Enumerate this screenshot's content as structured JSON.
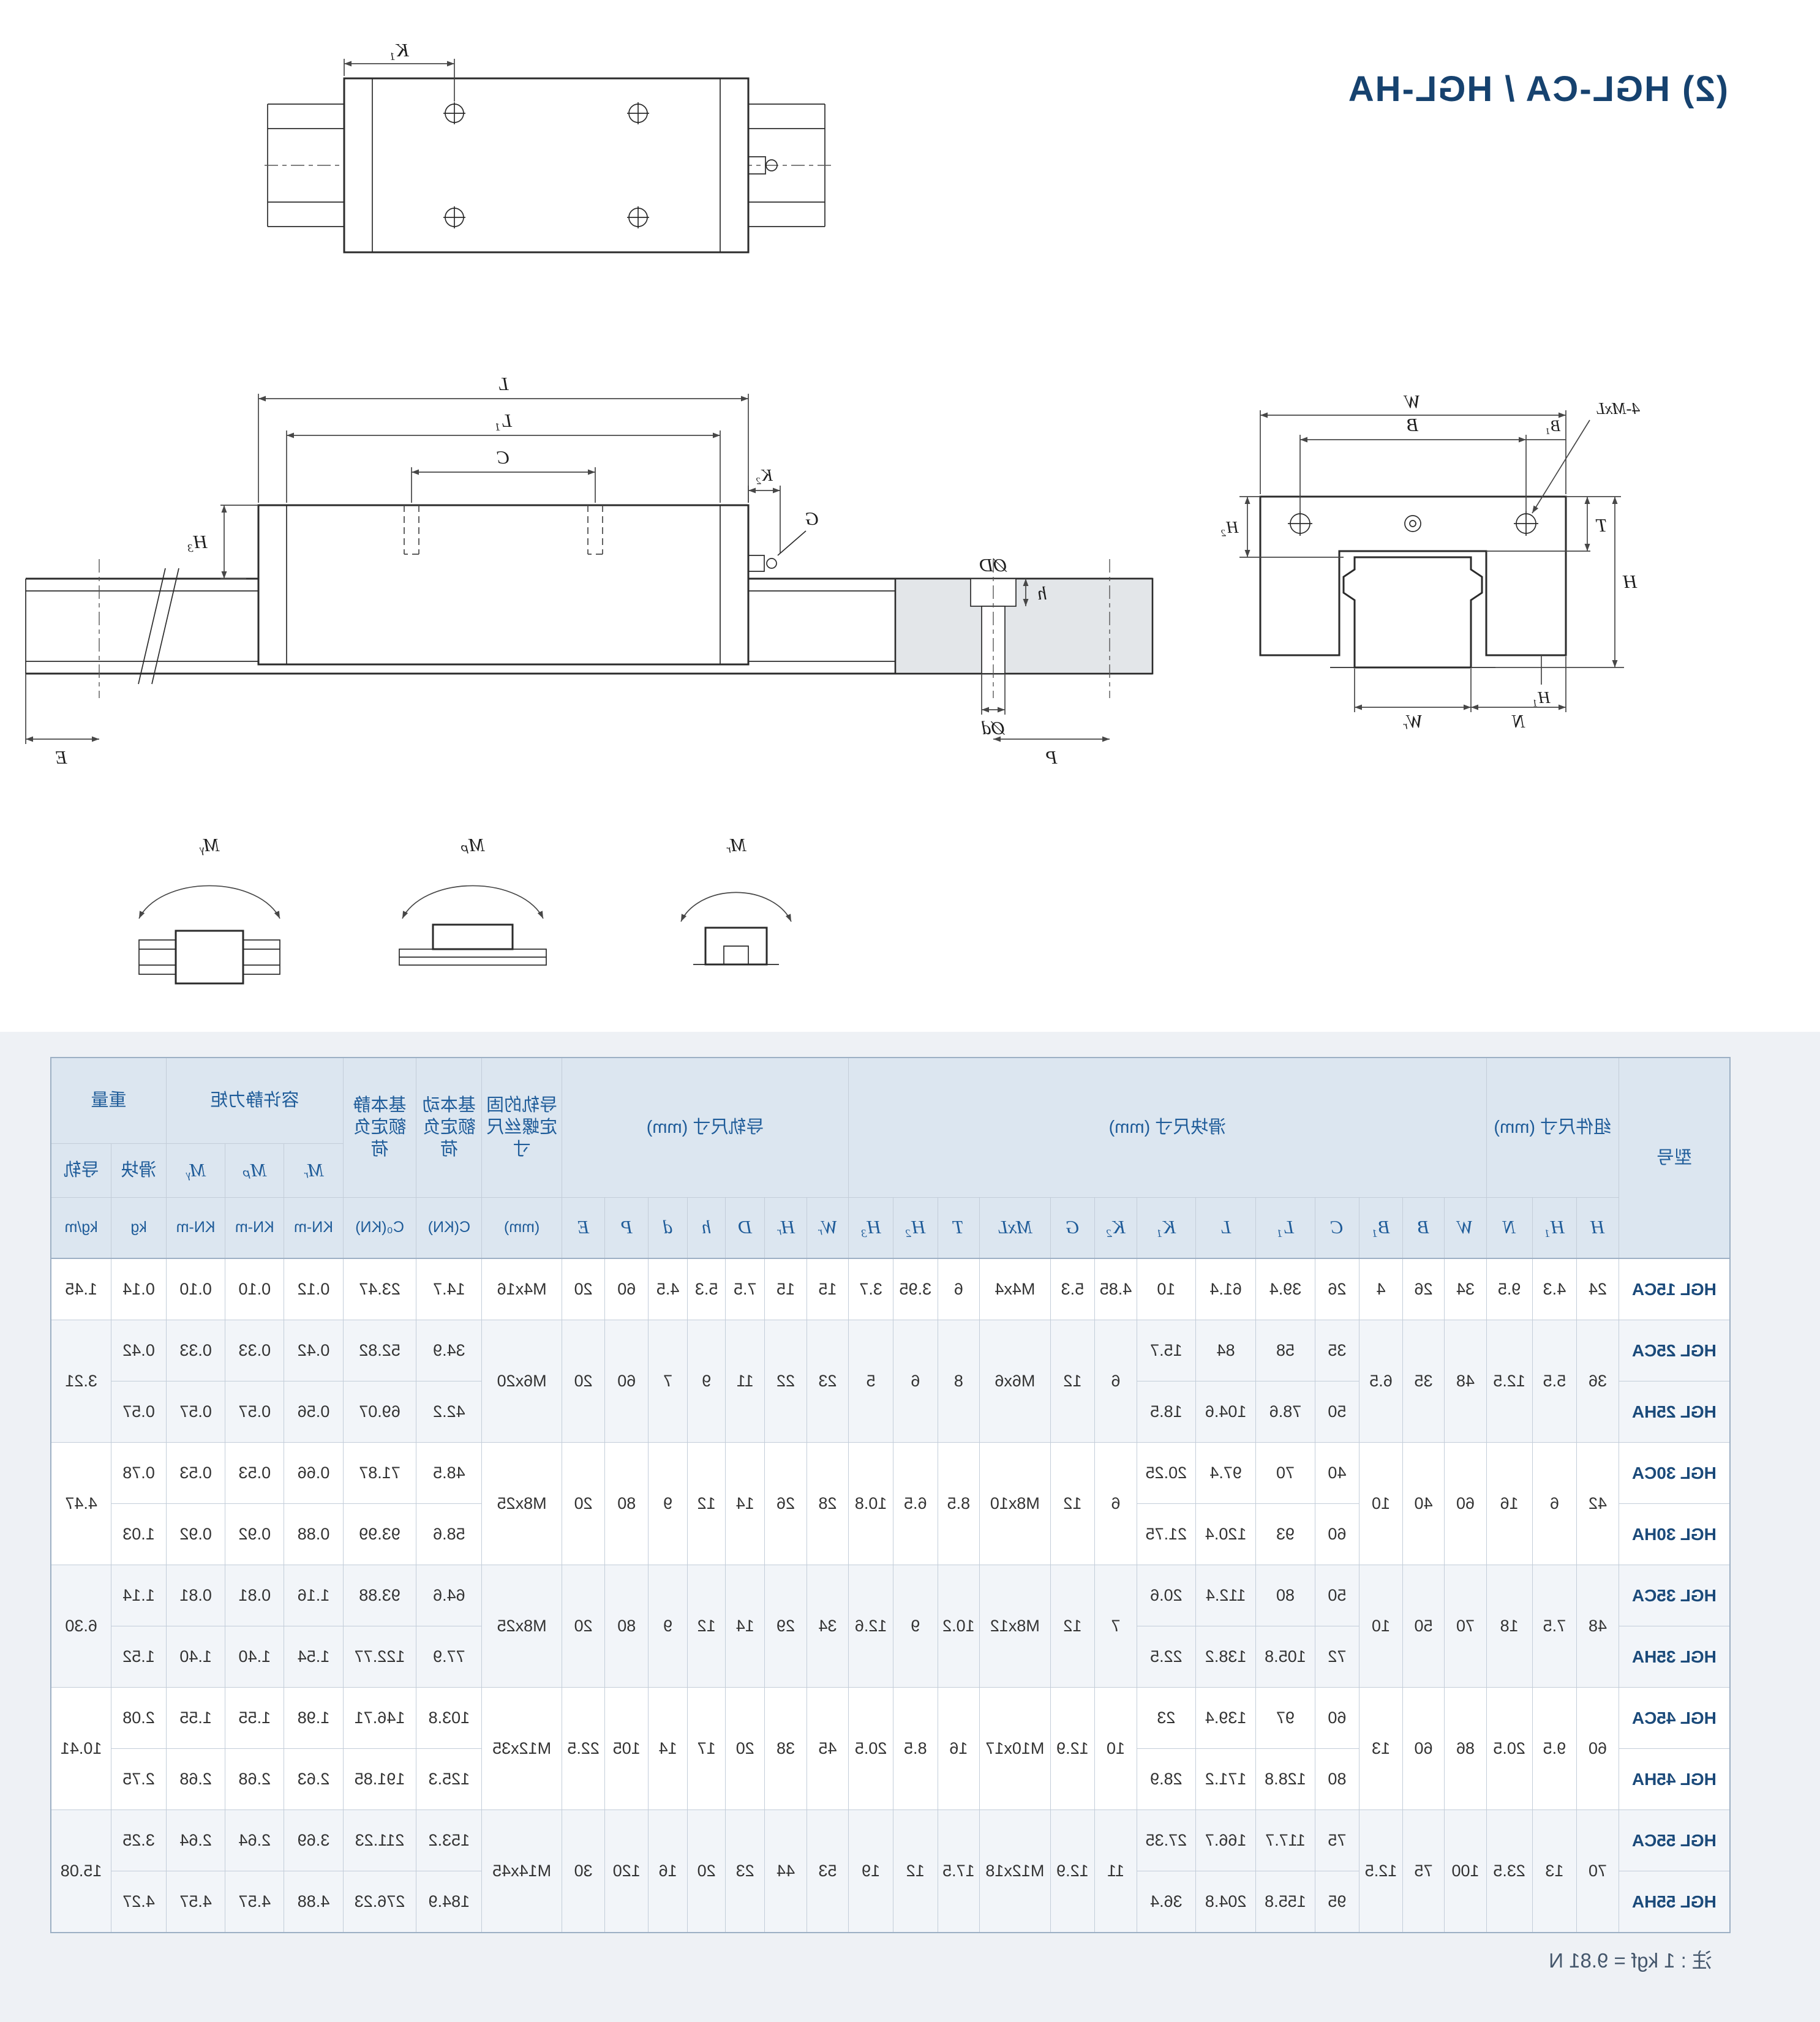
{
  "title": "(2) HGL-CA / HGL-HA",
  "note": "注 : 1 kgf = 9.81 N",
  "labels": {
    "K1": "K₁",
    "L": "L",
    "L1": "L₁",
    "C": "C",
    "K2": "K₂",
    "G": "G",
    "H3": "H₃",
    "OD": "ØD",
    "h": "h",
    "Od": "Ød",
    "P": "P",
    "E": "E",
    "W": "W",
    "B": "B",
    "B1": "B₁",
    "bolt_callout": "4-MxL",
    "T": "T",
    "H": "H",
    "H1": "H₁",
    "H2": "H₂",
    "N": "N",
    "WR": "Wᵣ",
    "My": "Mᵧ",
    "Mp": "Mₚ",
    "MR": "Mᵣ"
  },
  "table": {
    "model_header": "型号",
    "groups": {
      "assembly": "组件尺寸 (mm)",
      "block": "滑块尺寸 (mm)",
      "rail": "导轨尺寸 (mm)",
      "screw": "导轨的固定螺丝尺寸",
      "dynamic": "基本动额定负荷",
      "static": "基本静额定负荷",
      "moment": "容许静力矩",
      "weight": "重量"
    },
    "moment_subs": [
      "Mᵣ",
      "Mₚ",
      "Mᵧ"
    ],
    "weight_subs": [
      "滑块",
      "导轨"
    ],
    "letters": [
      "H",
      "H₁",
      "N",
      "W",
      "B",
      "B₁",
      "C",
      "L₁",
      "L",
      "K₁",
      "K₂",
      "G",
      "MxL",
      "T",
      "H₂",
      "H₃",
      "Wᵣ",
      "Hᵣ",
      "D",
      "h",
      "d",
      "P",
      "E"
    ],
    "units": {
      "screw": "(mm)",
      "dynamic": "C(KN)",
      "static": "C₀(KN)",
      "moment": "KN-m",
      "block_kg": "kg",
      "rail_kgm": "kg/m"
    },
    "rows": [
      {
        "band": false,
        "cells": [
          "HGL 15CA",
          "24",
          "4.3",
          "9.5",
          "34",
          "26",
          "4",
          "26",
          "39.4",
          "61.4",
          "10",
          "4.85",
          "5.3",
          "M4x4",
          "6",
          "3.95",
          "3.7",
          "15",
          "15",
          "7.5",
          "5.3",
          "4.5",
          "60",
          "20",
          "M4x16",
          "14.7",
          "23.47",
          "0.12",
          "0.10",
          "0.10",
          "0.14",
          "1.45"
        ]
      },
      {
        "band": true,
        "cells": [
          "HGL 25CA",
          [
            "36",
            2
          ],
          [
            "5.5",
            2
          ],
          [
            "12.5",
            2
          ],
          [
            "48",
            2
          ],
          [
            "35",
            2
          ],
          [
            "6.5",
            2
          ],
          "35",
          "58",
          "84",
          "15.7",
          [
            "6",
            2
          ],
          [
            "12",
            2
          ],
          [
            "M6x6",
            2
          ],
          [
            "8",
            2
          ],
          [
            "6",
            2
          ],
          [
            "5",
            2
          ],
          [
            "23",
            2
          ],
          [
            "22",
            2
          ],
          [
            "11",
            2
          ],
          [
            "9",
            2
          ],
          [
            "7",
            2
          ],
          [
            "60",
            2
          ],
          [
            "20",
            2
          ],
          [
            "M6x20",
            2
          ],
          "34.9",
          "52.82",
          "0.42",
          "0.33",
          "0.33",
          "0.42",
          [
            "3.21",
            2
          ]
        ]
      },
      {
        "band": true,
        "cells": [
          "HGL 25HA",
          "50",
          "78.6",
          "104.6",
          "18.5",
          "42.2",
          "69.07",
          "0.56",
          "0.57",
          "0.57",
          "0.57"
        ]
      },
      {
        "band": false,
        "cells": [
          "HGL 30CA",
          [
            "42",
            2
          ],
          [
            "6",
            2
          ],
          [
            "16",
            2
          ],
          [
            "60",
            2
          ],
          [
            "40",
            2
          ],
          [
            "10",
            2
          ],
          "40",
          "70",
          "97.4",
          "20.25",
          [
            "6",
            2
          ],
          [
            "12",
            2
          ],
          [
            "M8x10",
            2
          ],
          [
            "8.5",
            2
          ],
          [
            "6.5",
            2
          ],
          [
            "10.8",
            2
          ],
          [
            "28",
            2
          ],
          [
            "26",
            2
          ],
          [
            "14",
            2
          ],
          [
            "12",
            2
          ],
          [
            "9",
            2
          ],
          [
            "80",
            2
          ],
          [
            "20",
            2
          ],
          [
            "M8x25",
            2
          ],
          "48.5",
          "71.87",
          "0.66",
          "0.53",
          "0.53",
          "0.78",
          [
            "4.47",
            2
          ]
        ]
      },
      {
        "band": false,
        "cells": [
          "HGL 30HA",
          "60",
          "93",
          "120.4",
          "21.75",
          "58.6",
          "93.99",
          "0.88",
          "0.92",
          "0.92",
          "1.03"
        ]
      },
      {
        "band": true,
        "cells": [
          "HGL 35CA",
          [
            "48",
            2
          ],
          [
            "7.5",
            2
          ],
          [
            "18",
            2
          ],
          [
            "70",
            2
          ],
          [
            "50",
            2
          ],
          [
            "10",
            2
          ],
          "50",
          "80",
          "112.4",
          "20.6",
          [
            "7",
            2
          ],
          [
            "12",
            2
          ],
          [
            "M8x12",
            2
          ],
          [
            "10.2",
            2
          ],
          [
            "9",
            2
          ],
          [
            "12.6",
            2
          ],
          [
            "34",
            2
          ],
          [
            "29",
            2
          ],
          [
            "14",
            2
          ],
          [
            "12",
            2
          ],
          [
            "9",
            2
          ],
          [
            "80",
            2
          ],
          [
            "20",
            2
          ],
          [
            "M8x25",
            2
          ],
          "64.6",
          "93.88",
          "1.16",
          "0.81",
          "0.81",
          "1.14",
          [
            "6.30",
            2
          ]
        ]
      },
      {
        "band": true,
        "cells": [
          "HGL 35HA",
          "72",
          "105.8",
          "138.2",
          "22.5",
          "77.9",
          "122.77",
          "1.54",
          "1.40",
          "1.40",
          "1.52"
        ]
      },
      {
        "band": false,
        "cells": [
          "HGL 45CA",
          [
            "60",
            2
          ],
          [
            "9.5",
            2
          ],
          [
            "20.5",
            2
          ],
          [
            "86",
            2
          ],
          [
            "60",
            2
          ],
          [
            "13",
            2
          ],
          "60",
          "97",
          "139.4",
          "23",
          [
            "10",
            2
          ],
          [
            "12.9",
            2
          ],
          [
            "M10x17",
            2
          ],
          [
            "16",
            2
          ],
          [
            "8.5",
            2
          ],
          [
            "20.5",
            2
          ],
          [
            "45",
            2
          ],
          [
            "38",
            2
          ],
          [
            "20",
            2
          ],
          [
            "17",
            2
          ],
          [
            "14",
            2
          ],
          [
            "105",
            2
          ],
          [
            "22.5",
            2
          ],
          [
            "M12x35",
            2
          ],
          "103.8",
          "146.71",
          "1.98",
          "1.55",
          "1.55",
          "2.08",
          [
            "10.41",
            2
          ]
        ]
      },
      {
        "band": false,
        "cells": [
          "HGL 45HA",
          "80",
          "128.8",
          "171.2",
          "28.9",
          "125.3",
          "191.85",
          "2.63",
          "2.68",
          "2.68",
          "2.75"
        ]
      },
      {
        "band": true,
        "cells": [
          "HGL 55CA",
          [
            "70",
            2
          ],
          [
            "13",
            2
          ],
          [
            "23.5",
            2
          ],
          [
            "100",
            2
          ],
          [
            "75",
            2
          ],
          [
            "12.5",
            2
          ],
          "75",
          "117.7",
          "166.7",
          "27.35",
          [
            "11",
            2
          ],
          [
            "12.9",
            2
          ],
          [
            "M12x18",
            2
          ],
          [
            "17.5",
            2
          ],
          [
            "12",
            2
          ],
          [
            "19",
            2
          ],
          [
            "53",
            2
          ],
          [
            "44",
            2
          ],
          [
            "23",
            2
          ],
          [
            "20",
            2
          ],
          [
            "16",
            2
          ],
          [
            "120",
            2
          ],
          [
            "30",
            2
          ],
          [
            "M14x45",
            2
          ],
          "153.2",
          "211.23",
          "3.69",
          "2.64",
          "2.64",
          "3.25",
          [
            "15.08",
            2
          ]
        ]
      },
      {
        "band": true,
        "cells": [
          "HGL 55HA",
          "95",
          "155.8",
          "204.8",
          "36.4",
          "184.9",
          "276.23",
          "4.88",
          "4.57",
          "4.57",
          "4.27"
        ]
      }
    ]
  }
}
